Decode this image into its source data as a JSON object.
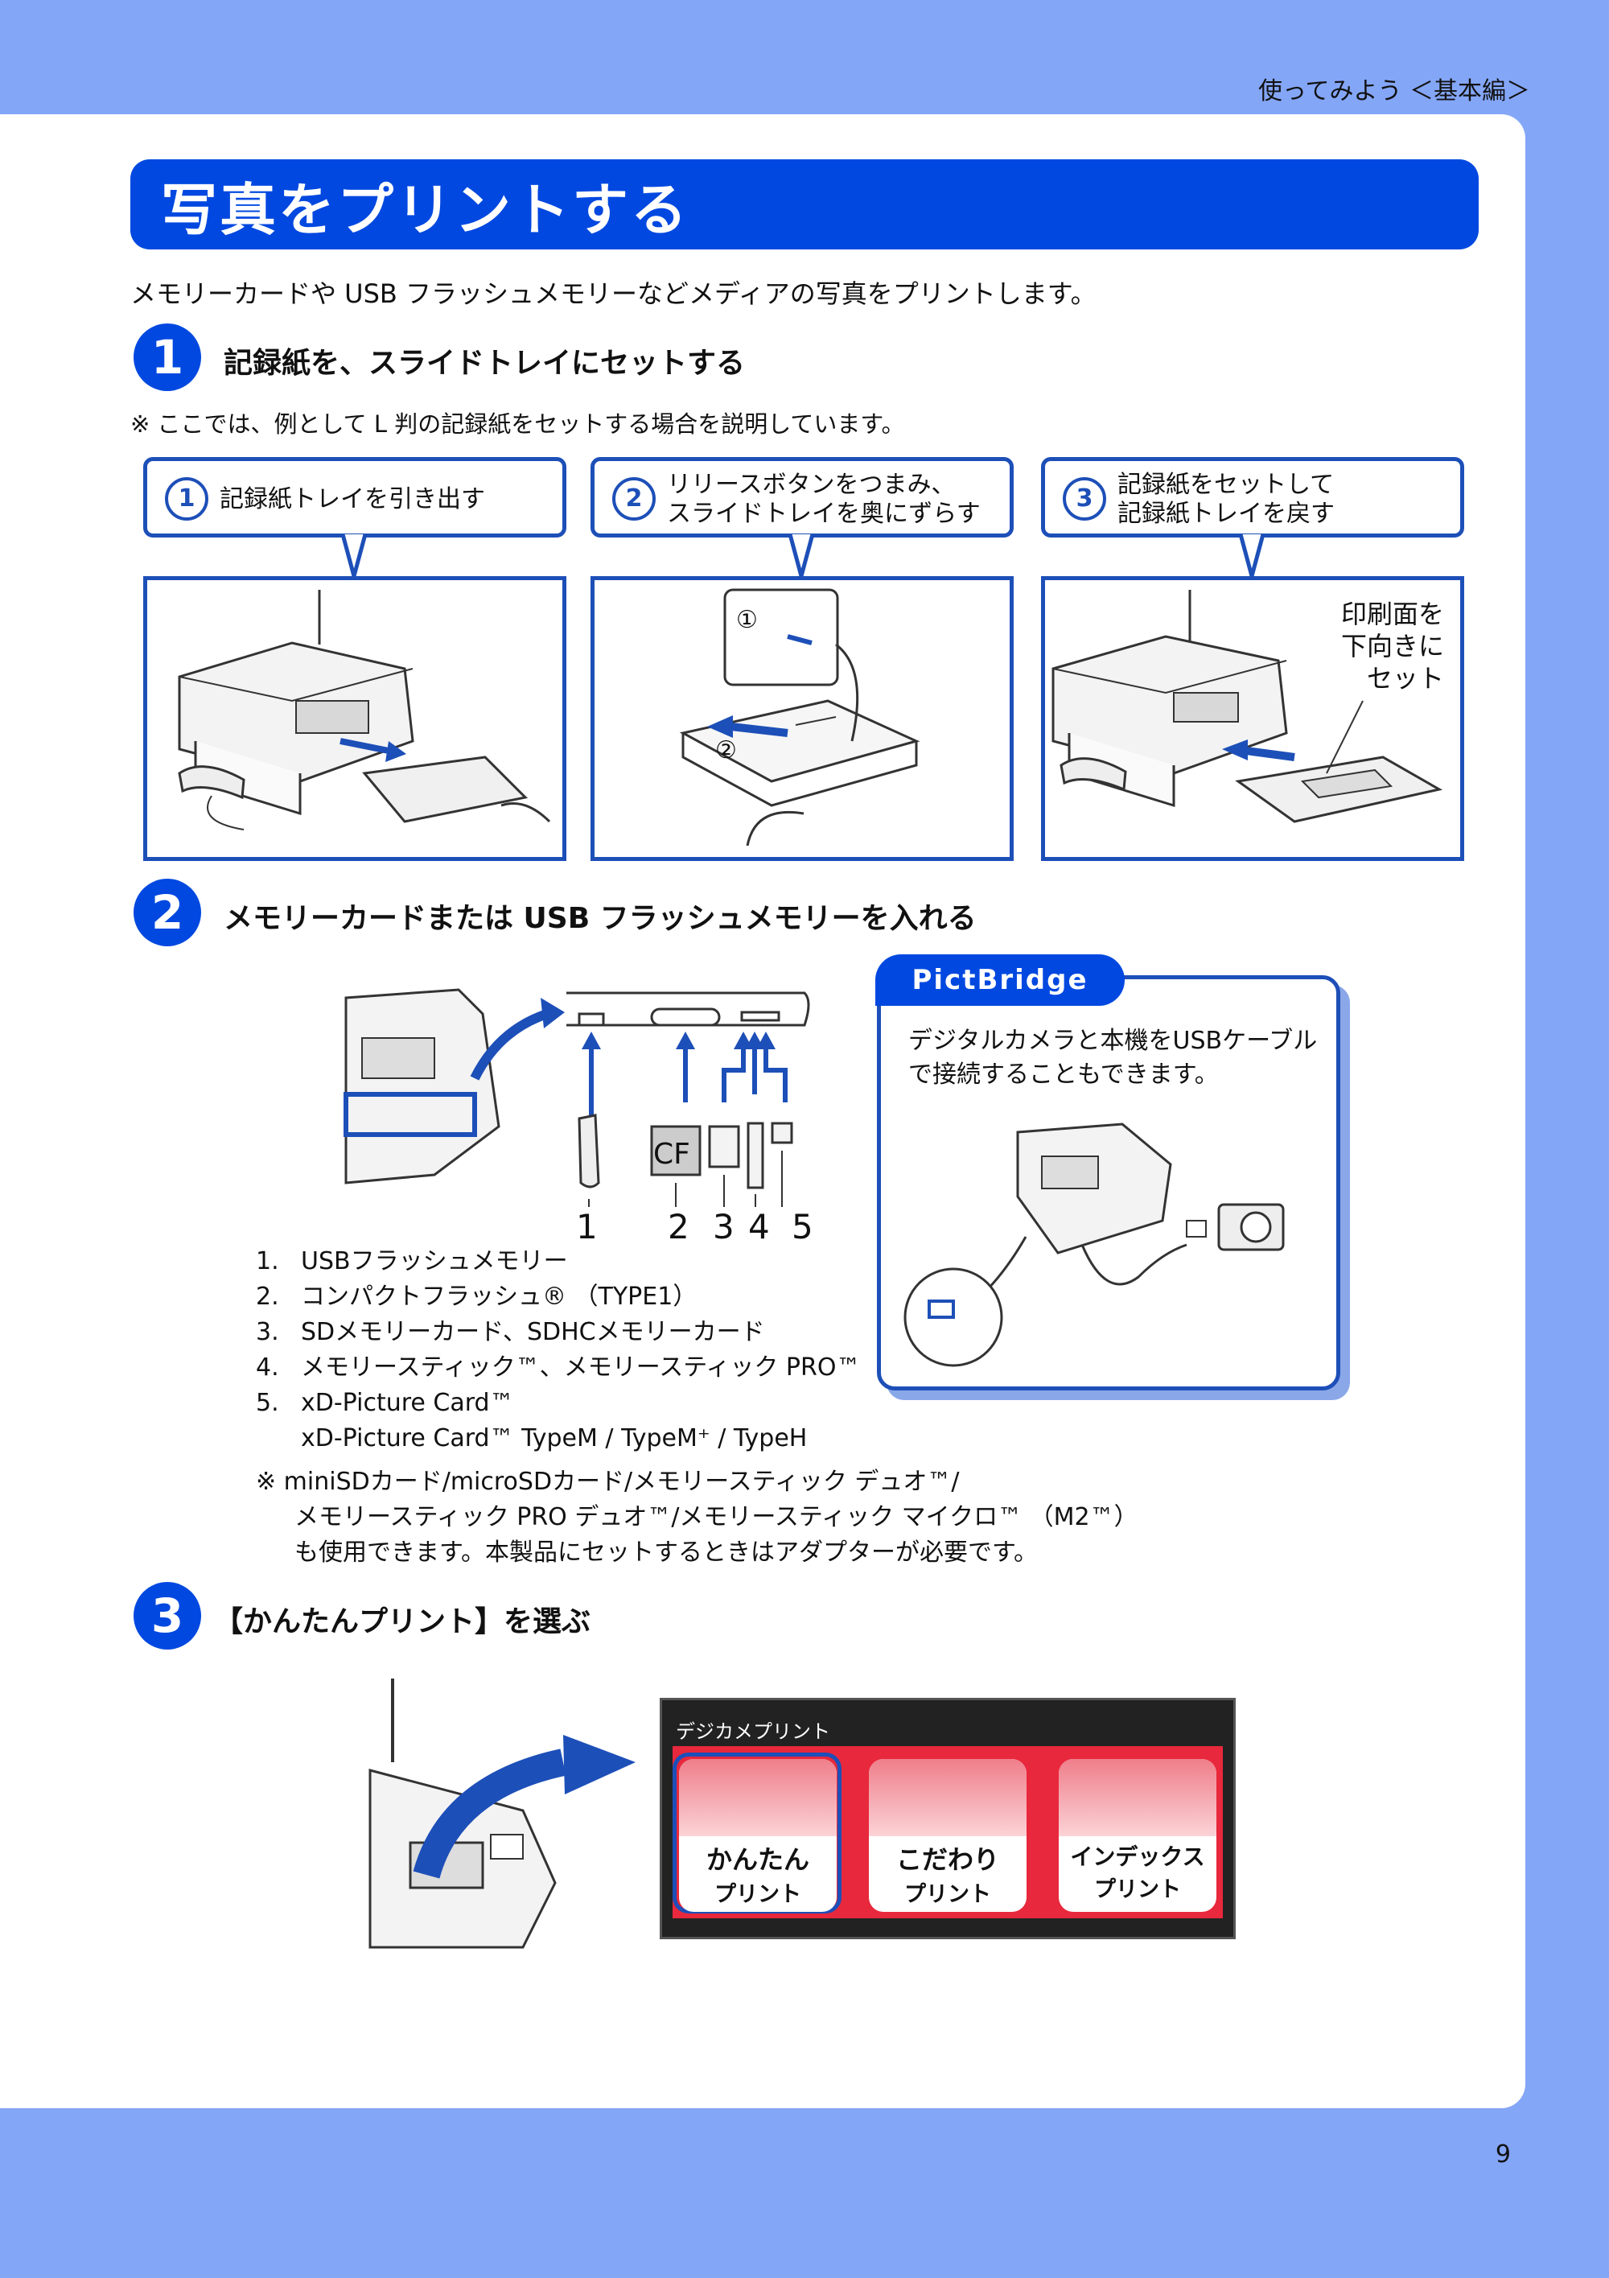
{
  "header": {
    "section": "使ってみよう ＜基本編＞"
  },
  "title": "写真をプリントする",
  "intro": "メモリーカードや USB フラッシュメモリーなどメディアの写真をプリントします。",
  "step1": {
    "num": "1",
    "title": "記録紙を、スライドトレイにセットする",
    "note": "※ ここでは、例として L 判の記録紙をセットする場合を説明しています。",
    "callouts": [
      {
        "num": "1",
        "line1": "記録紙トレイを引き出す",
        "line2": ""
      },
      {
        "num": "2",
        "line1": "リリースボタンをつまみ、",
        "line2": "スライドトレイを奥にずらす"
      },
      {
        "num": "3",
        "line1": "記録紙をセットして",
        "line2": "記録紙トレイを戻す"
      }
    ],
    "image2_labels": [
      "①",
      "②"
    ],
    "image3_label": [
      "印刷面を",
      "下向きに",
      "セット"
    ]
  },
  "step2": {
    "num": "2",
    "title": "メモリーカードまたは USB フラッシュメモリーを入れる",
    "slot_numbers": [
      "1",
      "2",
      "3",
      "4",
      "5"
    ],
    "cf_label": "CF",
    "list": [
      {
        "num": "1.",
        "text": "USBフラッシュメモリー"
      },
      {
        "num": "2.",
        "text": "コンパクトフラッシュ® （TYPE1）"
      },
      {
        "num": "3.",
        "text": "SDメモリーカード、SDHCメモリーカード"
      },
      {
        "num": "4.",
        "text": "メモリースティック™、メモリースティック PRO™"
      },
      {
        "num": "5.",
        "text": "xD-Picture Card™"
      },
      {
        "num": "",
        "text": "xD-Picture Card™ TypeM / TypeM⁺ / TypeH"
      }
    ],
    "note_lines": [
      "※ miniSDカード/microSDカード/メモリースティック デュオ™/",
      "メモリースティック PRO デュオ™/メモリースティック マイクロ™ （M2™）",
      "も使用できます。本製品にセットするときはアダプターが必要です。"
    ],
    "pictbridge": {
      "tab": "PictBridge",
      "line1": "デジタルカメラと本機をUSBケーブル",
      "line2": "で接続することもできます。"
    }
  },
  "step3": {
    "num": "3",
    "title": "【かんたんプリント】を選ぶ",
    "lcd_title": "デジカメプリント",
    "buttons": [
      {
        "l1": "かんたん",
        "l2": "プリント"
      },
      {
        "l1": "こだわり",
        "l2": "プリント"
      },
      {
        "l1": "インデックス",
        "l2": "プリント"
      }
    ]
  },
  "page_number": "9",
  "colors": {
    "accent": "#0048e0",
    "outline": "#1d4fb8",
    "background": "#84a6f7",
    "lcd_red": "#e8283c"
  }
}
